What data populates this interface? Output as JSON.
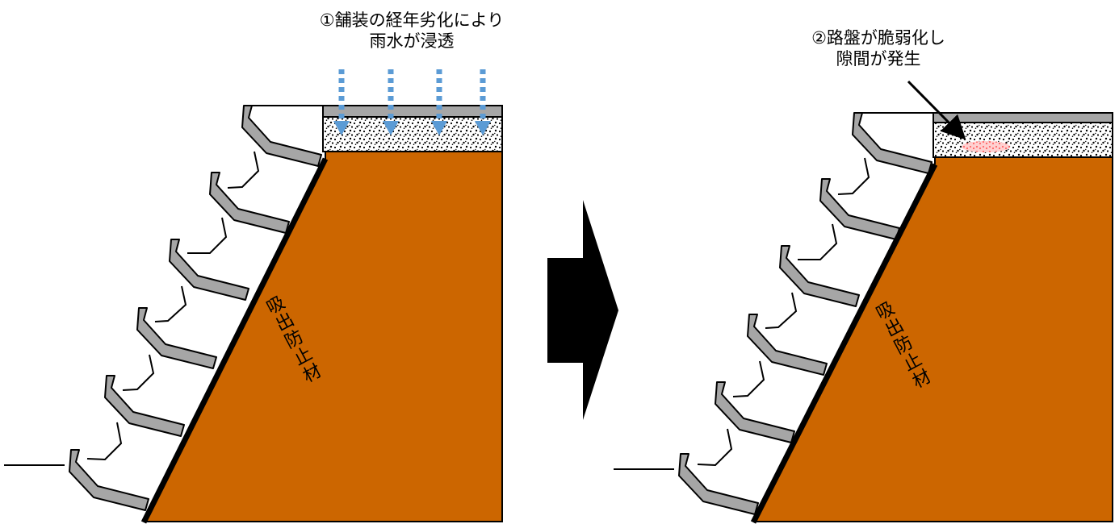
{
  "left_panel": {
    "caption_line1": "①舗装の経年劣化により",
    "caption_line2": "雨水が浸透",
    "wall_label_chars": [
      "吸",
      "出",
      "防",
      "止",
      "材"
    ]
  },
  "right_panel": {
    "caption_line1": "②路盤が脆弱化し",
    "caption_line2": "隙間が発生",
    "wall_label_chars": [
      "吸",
      "出",
      "防",
      "止",
      "材"
    ]
  },
  "colors": {
    "soil": "#cc6600",
    "block_fill": "#a6a6a6",
    "pavement": "#a6a6a6",
    "water_arrow": "#5b9bd5",
    "void": "#ff9999",
    "arrow": "#000000"
  }
}
